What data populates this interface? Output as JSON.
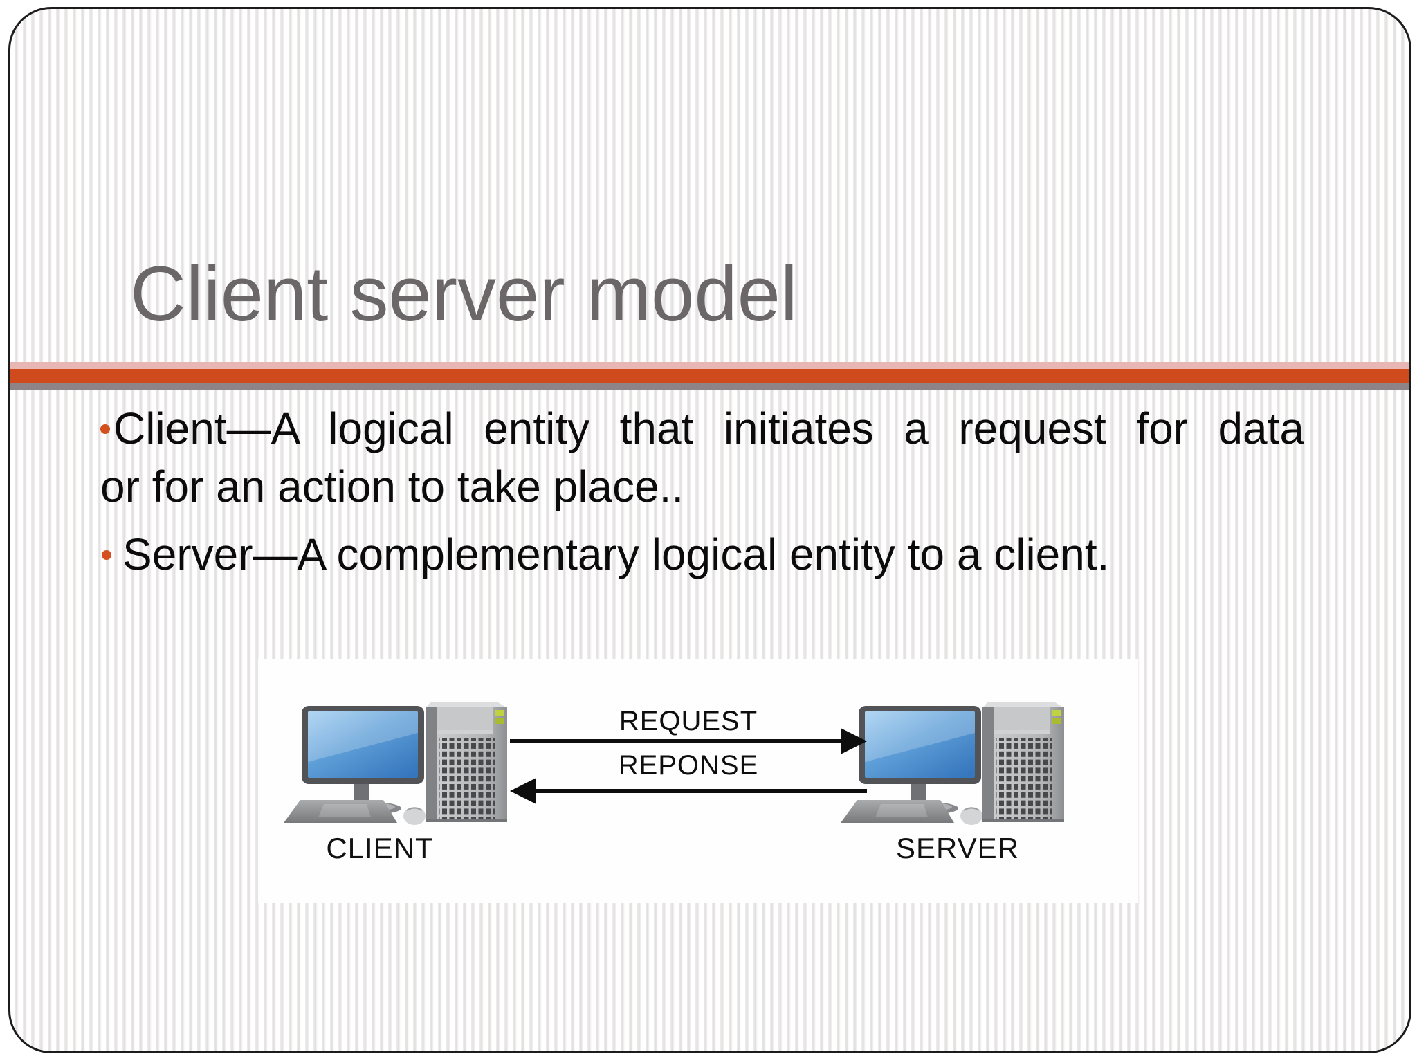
{
  "slide": {
    "title": "Client server model",
    "bullets": {
      "client": {
        "line1": "Client—A logical entity that initiates a request for data",
        "line2": "or for an action to take place.."
      },
      "server": {
        "text": "Server—A complementary logical entity to a client."
      }
    },
    "diagram": {
      "request_label": "REQUEST",
      "response_label": "REPONSE",
      "client_label": "CLIENT",
      "server_label": "SERVER"
    },
    "colors": {
      "title_text": "#6b6768",
      "body_text": "#0b0b0b",
      "bullet_dot": "#d4501e",
      "divider_pink": "#e9b7b3",
      "divider_orange": "#cf4a1d",
      "divider_gray": "#8e8387",
      "screen_blue": "#5f9fd8",
      "arrow_black": "#0d0d0d"
    }
  }
}
